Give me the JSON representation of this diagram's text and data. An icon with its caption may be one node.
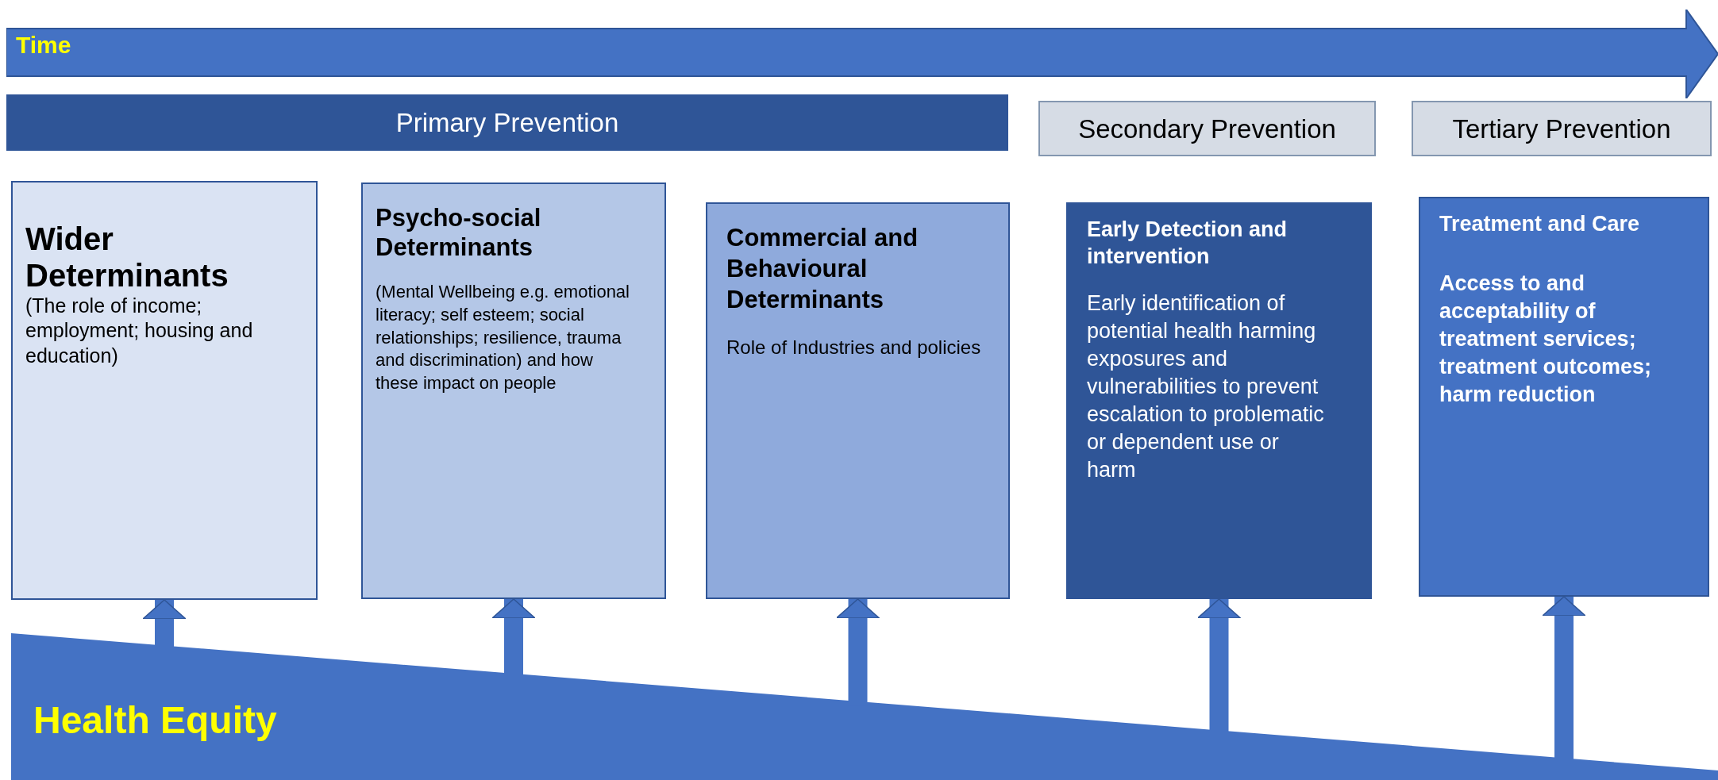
{
  "diagram": {
    "nodes": [
      {
        "text": [
          "Time"
        ]
      },
      {
        "text": [
          "Primary Prevention"
        ]
      },
      {
        "text": [
          "Secondary Prevention"
        ]
      },
      {
        "text": [
          "Tertiary Prevention"
        ]
      },
      {
        "text": [
          "Wider Determinants",
          "(The role of income; employment; housing and education)"
        ]
      },
      {
        "text": [
          "Psycho-social Determinants",
          "(Mental Wellbeing e.g. emotional literacy; self esteem; social relationships; resilience, trauma and discrimination) and how these impact on people"
        ]
      },
      {
        "text": [
          "Commercial and Behavioural Determinants",
          "Role of Industries and policies"
        ]
      },
      {
        "text": [
          "Early Detection and intervention",
          "Early identification of potential health harming exposures and vulnerabilities to prevent escalation to problematic or dependent use or harm"
        ]
      },
      {
        "text": [
          "Treatment and Care",
          "Access to and acceptability of treatment services; treatment outcomes; harm reduction"
        ]
      },
      {
        "text": [
          "Health Equity"
        ]
      }
    ],
    "edges": [
      {
        "from": 9,
        "to": 4,
        "arrow": "to"
      },
      {
        "from": 9,
        "to": 5,
        "arrow": "to"
      },
      {
        "from": 9,
        "to": 6,
        "arrow": "to"
      },
      {
        "from": 9,
        "to": 7,
        "arrow": "to"
      },
      {
        "from": 9,
        "to": 8,
        "arrow": "to"
      }
    ]
  }
}
